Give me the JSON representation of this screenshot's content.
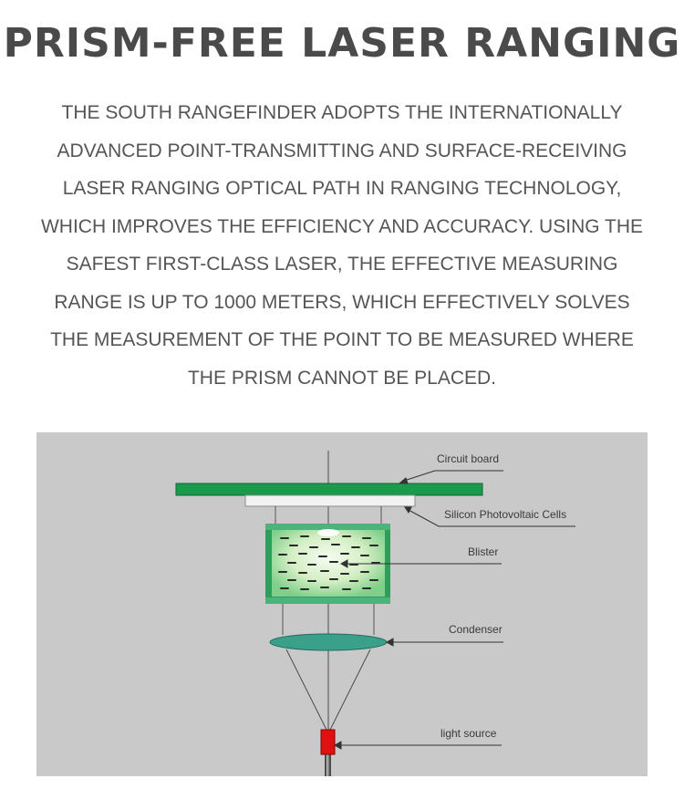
{
  "title": "PRISM-FREE LASER RANGING",
  "description": [
    "THE SOUTH RANGEFINDER ADOPTS THE INTERNATIONALLY",
    "ADVANCED POINT-TRANSMITTING AND SURFACE-RECEIVING",
    "LASER RANGING OPTICAL PATH IN RANGING TECHNOLOGY,",
    "WHICH IMPROVES THE EFFICIENCY AND ACCURACY. USING THE",
    "SAFEST FIRST-CLASS LASER, THE EFFECTIVE MEASURING",
    "RANGE IS UP TO 1000 METERS, WHICH EFFECTIVELY SOLVES",
    "THE MEASUREMENT OF THE POINT TO BE MEASURED WHERE",
    "THE PRISM CANNOT BE PLACED."
  ],
  "diagram": {
    "labels": {
      "circuit_board": "Circuit board",
      "photovoltaic": "Silicon Photovoltaic Cells",
      "blister": "Blister",
      "condenser": "Condenser",
      "light_source": "light source"
    },
    "colors": {
      "background": "#c9c9c9",
      "circuit_board": "#1a9a4a",
      "photovoltaic": "#f2f2f2",
      "blister_frame": "#2d9f5a",
      "blister_glow": "#f4fbf0",
      "condenser": "#3aa08a",
      "light_source": "#e01010"
    }
  }
}
